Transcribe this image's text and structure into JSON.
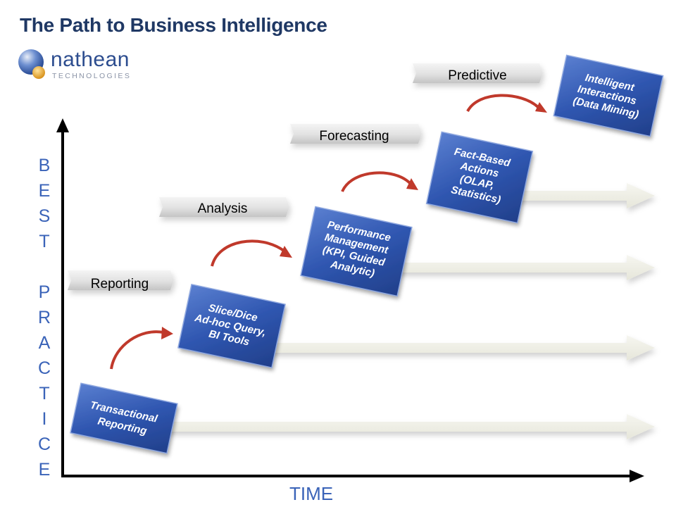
{
  "title": "The Path to Business Intelligence",
  "logo": {
    "name": "nathean",
    "tagline": "TECHNOLOGIES"
  },
  "y_axis_label": [
    "B",
    "E",
    "S",
    "T",
    "",
    "P",
    "R",
    "A",
    "C",
    "T",
    "I",
    "C",
    "E"
  ],
  "x_axis_label": "TIME",
  "stage_labels": [
    "Reporting",
    "Analysis",
    "Forecasting",
    "Predictive"
  ],
  "boxes": [
    [
      "Transactional",
      "Reporting"
    ],
    [
      "Slice/Dice",
      "Ad-hoc Query,",
      "BI Tools"
    ],
    [
      "Performance",
      "Management",
      "(KPI, Guided",
      "Analytic)"
    ],
    [
      "Fact-Based",
      "Actions",
      "(OLAP,",
      "Statistics)"
    ],
    [
      "Intelligent",
      "Interactions",
      "(Data Mining)"
    ]
  ],
  "colors": {
    "title": "#1f3864",
    "axis_label": "#3a63b8",
    "box": "#2f56b0",
    "curve_arrow": "#c0392b"
  }
}
